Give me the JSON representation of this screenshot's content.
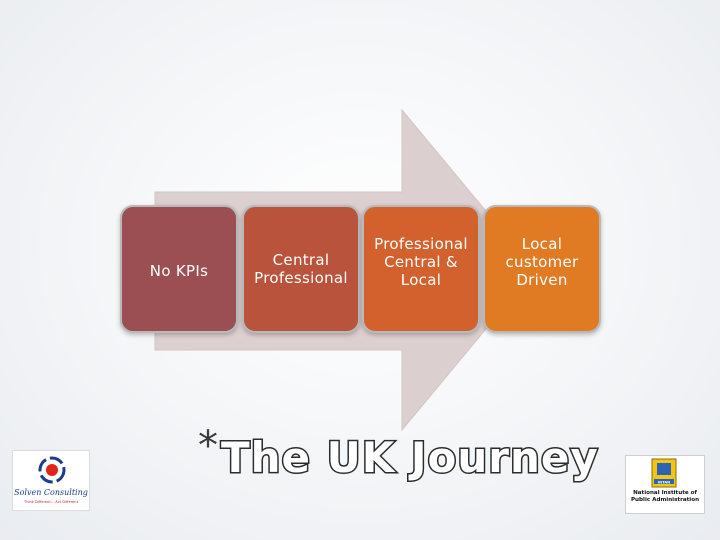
{
  "stages": [
    {
      "label": "No KPIs",
      "color": "#9b4f52"
    },
    {
      "label": "Central\nProfessional",
      "color": "#b9533c"
    },
    {
      "label": "Professional\nCentral &\nLocal",
      "color": "#d2612e"
    },
    {
      "label": "Local\ncustomer\nDriven",
      "color": "#e07b24"
    }
  ],
  "title": {
    "bullet": "*",
    "text": "The UK Journey"
  },
  "logos": {
    "left": {
      "name": "Solven Consulting",
      "tagline": "Think Different... Act Different"
    },
    "right": {
      "line1": "National Institute of",
      "line2": "Public Administration",
      "emblem_text": "INTAN"
    }
  },
  "colors": {
    "arrow": "#dccfd0",
    "title_outline": "#2c2c2c"
  }
}
